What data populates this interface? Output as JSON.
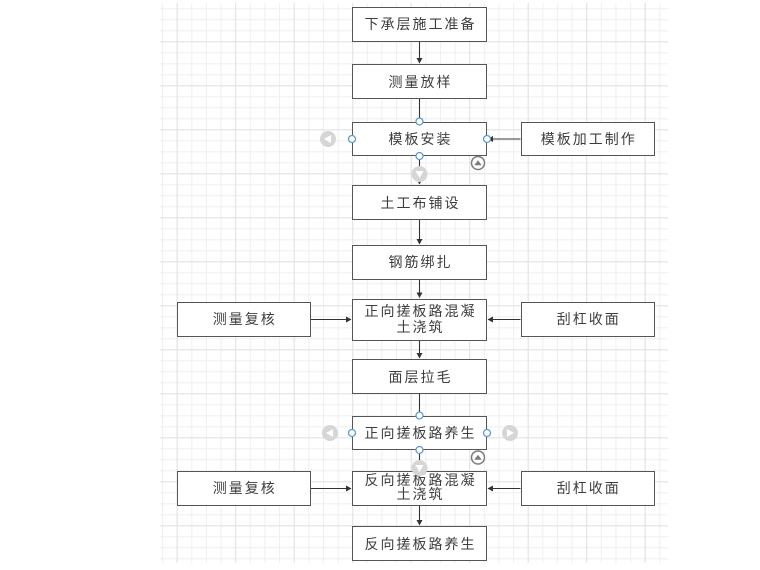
{
  "canvas": {
    "background": "grid"
  },
  "diagram": {
    "main_flow": [
      {
        "label": "下承层施工准备"
      },
      {
        "label": "测量放样"
      },
      {
        "label": "模板安装",
        "selected": true
      },
      {
        "label": "土工布铺设"
      },
      {
        "label": "钢筋绑扎"
      },
      {
        "label": "正向搓板路混凝土浇筑",
        "lines": [
          "正向搓板路混凝",
          "土浇筑"
        ]
      },
      {
        "label": "面层拉毛"
      },
      {
        "label": "正向搓板路养生",
        "selected": true
      },
      {
        "label": "反向搓板路混凝土浇筑",
        "lines": [
          "反向搓板路混凝",
          "土浇筑"
        ]
      },
      {
        "label": "反向搓板路养生"
      }
    ],
    "side_inputs": [
      {
        "label": "模板加工制作",
        "side": "right",
        "target": "模板安装"
      },
      {
        "label": "测量复核",
        "side": "left",
        "target": "正向搓板路混凝土浇筑"
      },
      {
        "label": "刮杠收面",
        "side": "right",
        "target": "正向搓板路混凝土浇筑"
      },
      {
        "label": "测量复核",
        "side": "left",
        "target": "反向搓板路混凝土浇筑"
      },
      {
        "label": "刮杠收面",
        "side": "right",
        "target": "反向搓板路混凝土浇筑"
      }
    ],
    "edges": [
      {
        "from": "下承层施工准备",
        "to": "测量放样"
      },
      {
        "from": "测量放样",
        "to": "模板安装"
      },
      {
        "from": "模板加工制作",
        "to": "模板安装"
      },
      {
        "from": "模板安装",
        "to": "土工布铺设"
      },
      {
        "from": "土工布铺设",
        "to": "钢筋绑扎"
      },
      {
        "from": "钢筋绑扎",
        "to": "正向搓板路混凝土浇筑"
      },
      {
        "from": "测量复核",
        "to": "正向搓板路混凝土浇筑"
      },
      {
        "from": "刮杠收面",
        "to": "正向搓板路混凝土浇筑"
      },
      {
        "from": "正向搓板路混凝土浇筑",
        "to": "面层拉毛"
      },
      {
        "from": "面层拉毛",
        "to": "正向搓板路养生"
      },
      {
        "from": "正向搓板路养生",
        "to": "反向搓板路混凝土浇筑"
      },
      {
        "from": "测量复核",
        "to": "反向搓板路混凝土浇筑"
      },
      {
        "from": "刮杠收面",
        "to": "反向搓板路混凝土浇筑"
      },
      {
        "from": "反向搓板路混凝土浇筑",
        "to": "反向搓板路养生"
      }
    ]
  },
  "selection_controls": {
    "handle_icon": "connection-point-circle",
    "quick_add_icon": "grey-circle-triangle-arrow",
    "collapse_icon": "circle-up-triangle"
  },
  "colors": {
    "box_border": "#555555",
    "text": "#3d3d3d",
    "connector": "#333333",
    "selection_handle": "#5b9bd5",
    "quick_add_arrow": "#d6d6d6",
    "collapse_button": "#7a7a7a",
    "grid_minor": "#efefef",
    "grid_major": "#e2e2e2"
  }
}
